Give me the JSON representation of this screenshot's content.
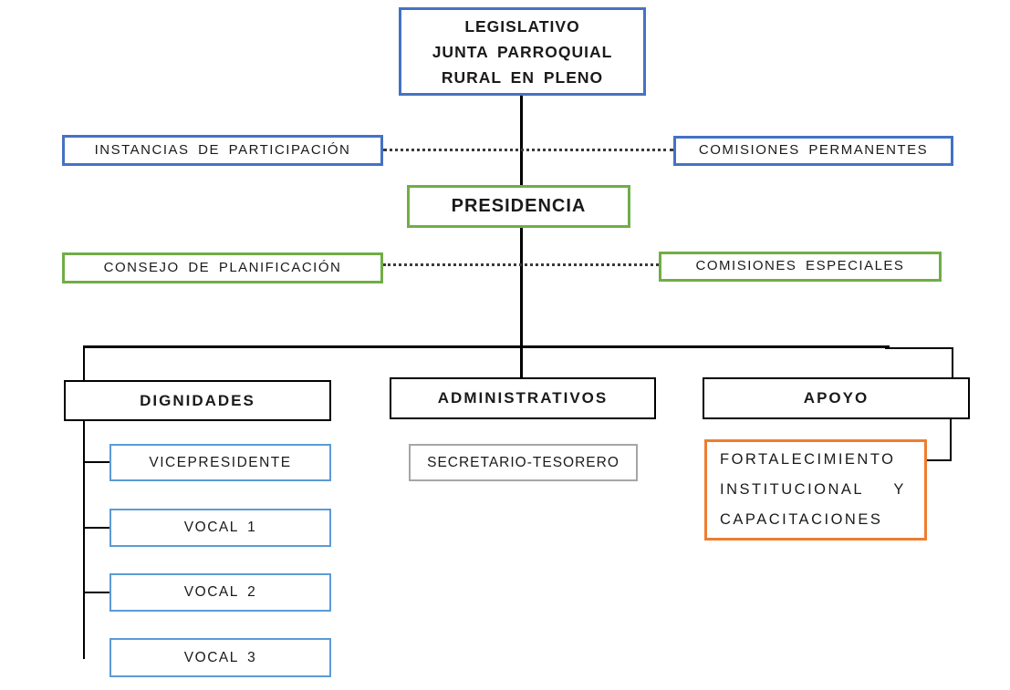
{
  "diagram": {
    "type": "org-chart",
    "language": "es",
    "colors": {
      "dark_blue_border": "#4472C4",
      "green_border": "#70AD47",
      "black_border": "#000000",
      "light_blue_border": "#5B9BD5",
      "gray_border": "#A6A6A6",
      "orange_border": "#ED7D31",
      "connector": "#000000",
      "dotted_connector": "#3B3B3B",
      "background": "#FFFFFF"
    },
    "nodes": {
      "legislativo": {
        "label_lines": [
          "LEGISLATIVO",
          "JUNTA PARROQUIAL",
          "RURAL EN PLENO"
        ],
        "border_color": "#4472C4",
        "bold": true
      },
      "instancias": {
        "label": "INSTANCIAS DE PARTICIPACIÓN",
        "border_color": "#4472C4",
        "bold": false
      },
      "comisiones_permanentes": {
        "label": "COMISIONES PERMANENTES",
        "border_color": "#4472C4",
        "bold": false
      },
      "presidencia": {
        "label": "PRESIDENCIA",
        "border_color": "#70AD47",
        "bold": true
      },
      "consejo_planificacion": {
        "label": "CONSEJO DE PLANIFICACIÓN",
        "border_color": "#70AD47",
        "bold": false
      },
      "comisiones_especiales": {
        "label": "COMISIONES ESPECIALES",
        "border_color": "#70AD47",
        "bold": false
      },
      "dignidades": {
        "label": "DIGNIDADES",
        "border_color": "#000000",
        "bold": true
      },
      "administrativos": {
        "label": "ADMINISTRATIVOS",
        "border_color": "#000000",
        "bold": true
      },
      "apoyo": {
        "label": "APOYO",
        "border_color": "#000000",
        "bold": true
      },
      "vicepresidente": {
        "label": "VICEPRESIDENTE",
        "border_color": "#5B9BD5",
        "bold": false
      },
      "vocal_1": {
        "label": "VOCAL 1",
        "border_color": "#5B9BD5",
        "bold": false
      },
      "vocal_2": {
        "label": "VOCAL 2",
        "border_color": "#5B9BD5",
        "bold": false
      },
      "vocal_3": {
        "label": "VOCAL 3",
        "border_color": "#5B9BD5",
        "bold": false
      },
      "secretario_tesorero": {
        "label": "SECRETARIO-TESORERO",
        "border_color": "#A6A6A6",
        "bold": false
      },
      "fortalecimiento": {
        "label_lines": [
          "FORTALECIMIENTO",
          "INSTITUCIONAL   Y",
          "CAPACITACIONES"
        ],
        "border_color": "#ED7D31",
        "bold": false
      }
    },
    "edges": [
      {
        "from": "legislativo",
        "to": "presidencia",
        "style": "solid"
      },
      {
        "from": "instancias",
        "to": "comisiones_permanentes",
        "style": "dotted"
      },
      {
        "from": "consejo_planificacion",
        "to": "comisiones_especiales",
        "style": "dotted"
      },
      {
        "from": "presidencia",
        "to": "dignidades",
        "style": "solid"
      },
      {
        "from": "presidencia",
        "to": "administrativos",
        "style": "solid"
      },
      {
        "from": "presidencia",
        "to": "apoyo",
        "style": "solid"
      },
      {
        "from": "dignidades",
        "to": "vicepresidente",
        "style": "solid"
      },
      {
        "from": "dignidades",
        "to": "vocal_1",
        "style": "solid"
      },
      {
        "from": "dignidades",
        "to": "vocal_2",
        "style": "solid"
      },
      {
        "from": "dignidades",
        "to": "vocal_3",
        "style": "solid"
      },
      {
        "from": "apoyo",
        "to": "fortalecimiento",
        "style": "solid"
      }
    ]
  }
}
